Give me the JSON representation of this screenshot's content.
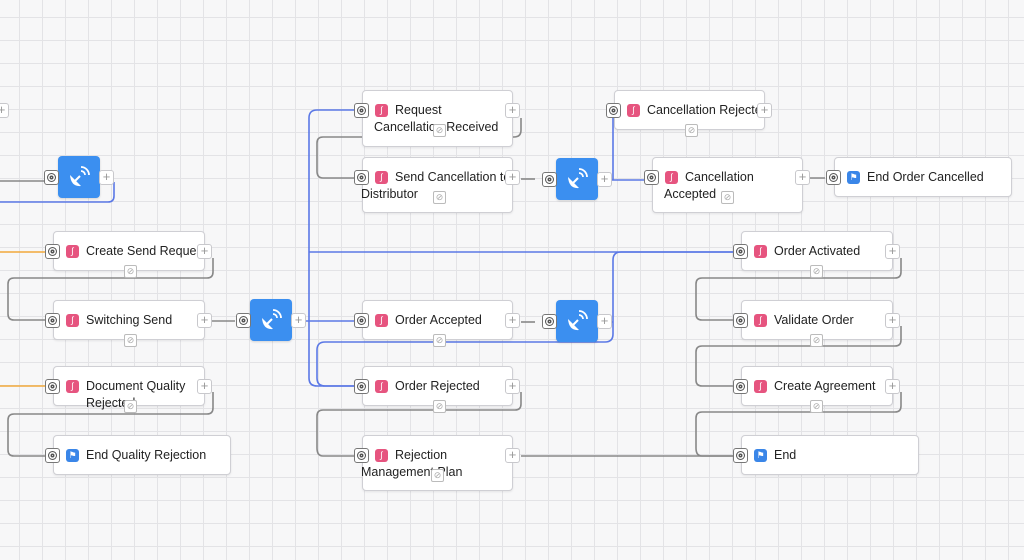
{
  "canvas": {
    "nodes": {
      "n_request_cancel": {
        "label": "Request Cancellation Received"
      },
      "n_send_cancel": {
        "label": "Send Cancellation to Distributor"
      },
      "n_cancel_rejected": {
        "label": "Cancellation Rejected"
      },
      "n_cancel_accepted": {
        "label": "Cancellation Accepted"
      },
      "n_end_cancelled": {
        "label": "End Order Cancelled"
      },
      "n_create_send": {
        "label": "Create Send Request"
      },
      "n_switching": {
        "label": "Switching Send"
      },
      "n_doc_quality": {
        "label": "Document Quality Rejected"
      },
      "n_end_quality": {
        "label": "End Quality Rejection"
      },
      "n_order_accepted": {
        "label": "Order Accepted"
      },
      "n_order_rejected": {
        "label": "Order Rejected"
      },
      "n_rejection_plan": {
        "label": "Rejection Management Plan"
      },
      "n_order_activated": {
        "label": "Order Activated"
      },
      "n_validate": {
        "label": "Validate Order"
      },
      "n_create_agreement": {
        "label": "Create Agreement"
      },
      "n_end": {
        "label": "End"
      }
    },
    "icons": {
      "task": "script-task-icon",
      "end": "end-flag-icon",
      "gateway": "satellite-dish-icon",
      "trigger": "target-icon",
      "add": "plus-icon",
      "skip": "disabled-icon"
    },
    "colors": {
      "flow_primary": "#5b78e6",
      "flow_secondary": "#888888",
      "flow_incoming": "#f2a93b",
      "gateway": "#3b8ff0",
      "task_badge": "#e6547f",
      "end_badge": "#3a86e8"
    }
  }
}
